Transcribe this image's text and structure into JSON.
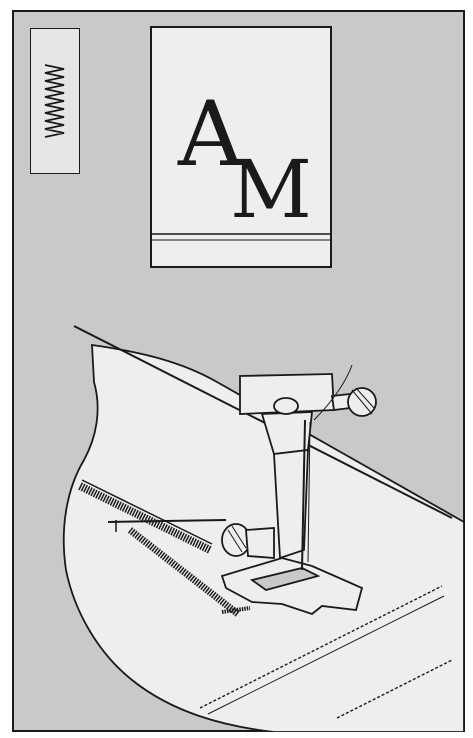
{
  "monogram": {
    "letter_1": "A",
    "letter_2": "M"
  },
  "icons": {
    "stitch_pattern": "zigzag-stitch-icon",
    "presser_foot": "satin-stitch-presser-foot"
  },
  "colors": {
    "panel": "#c9c9c9",
    "fabric": "#eeeeee",
    "ink": "#1a1a1a"
  }
}
